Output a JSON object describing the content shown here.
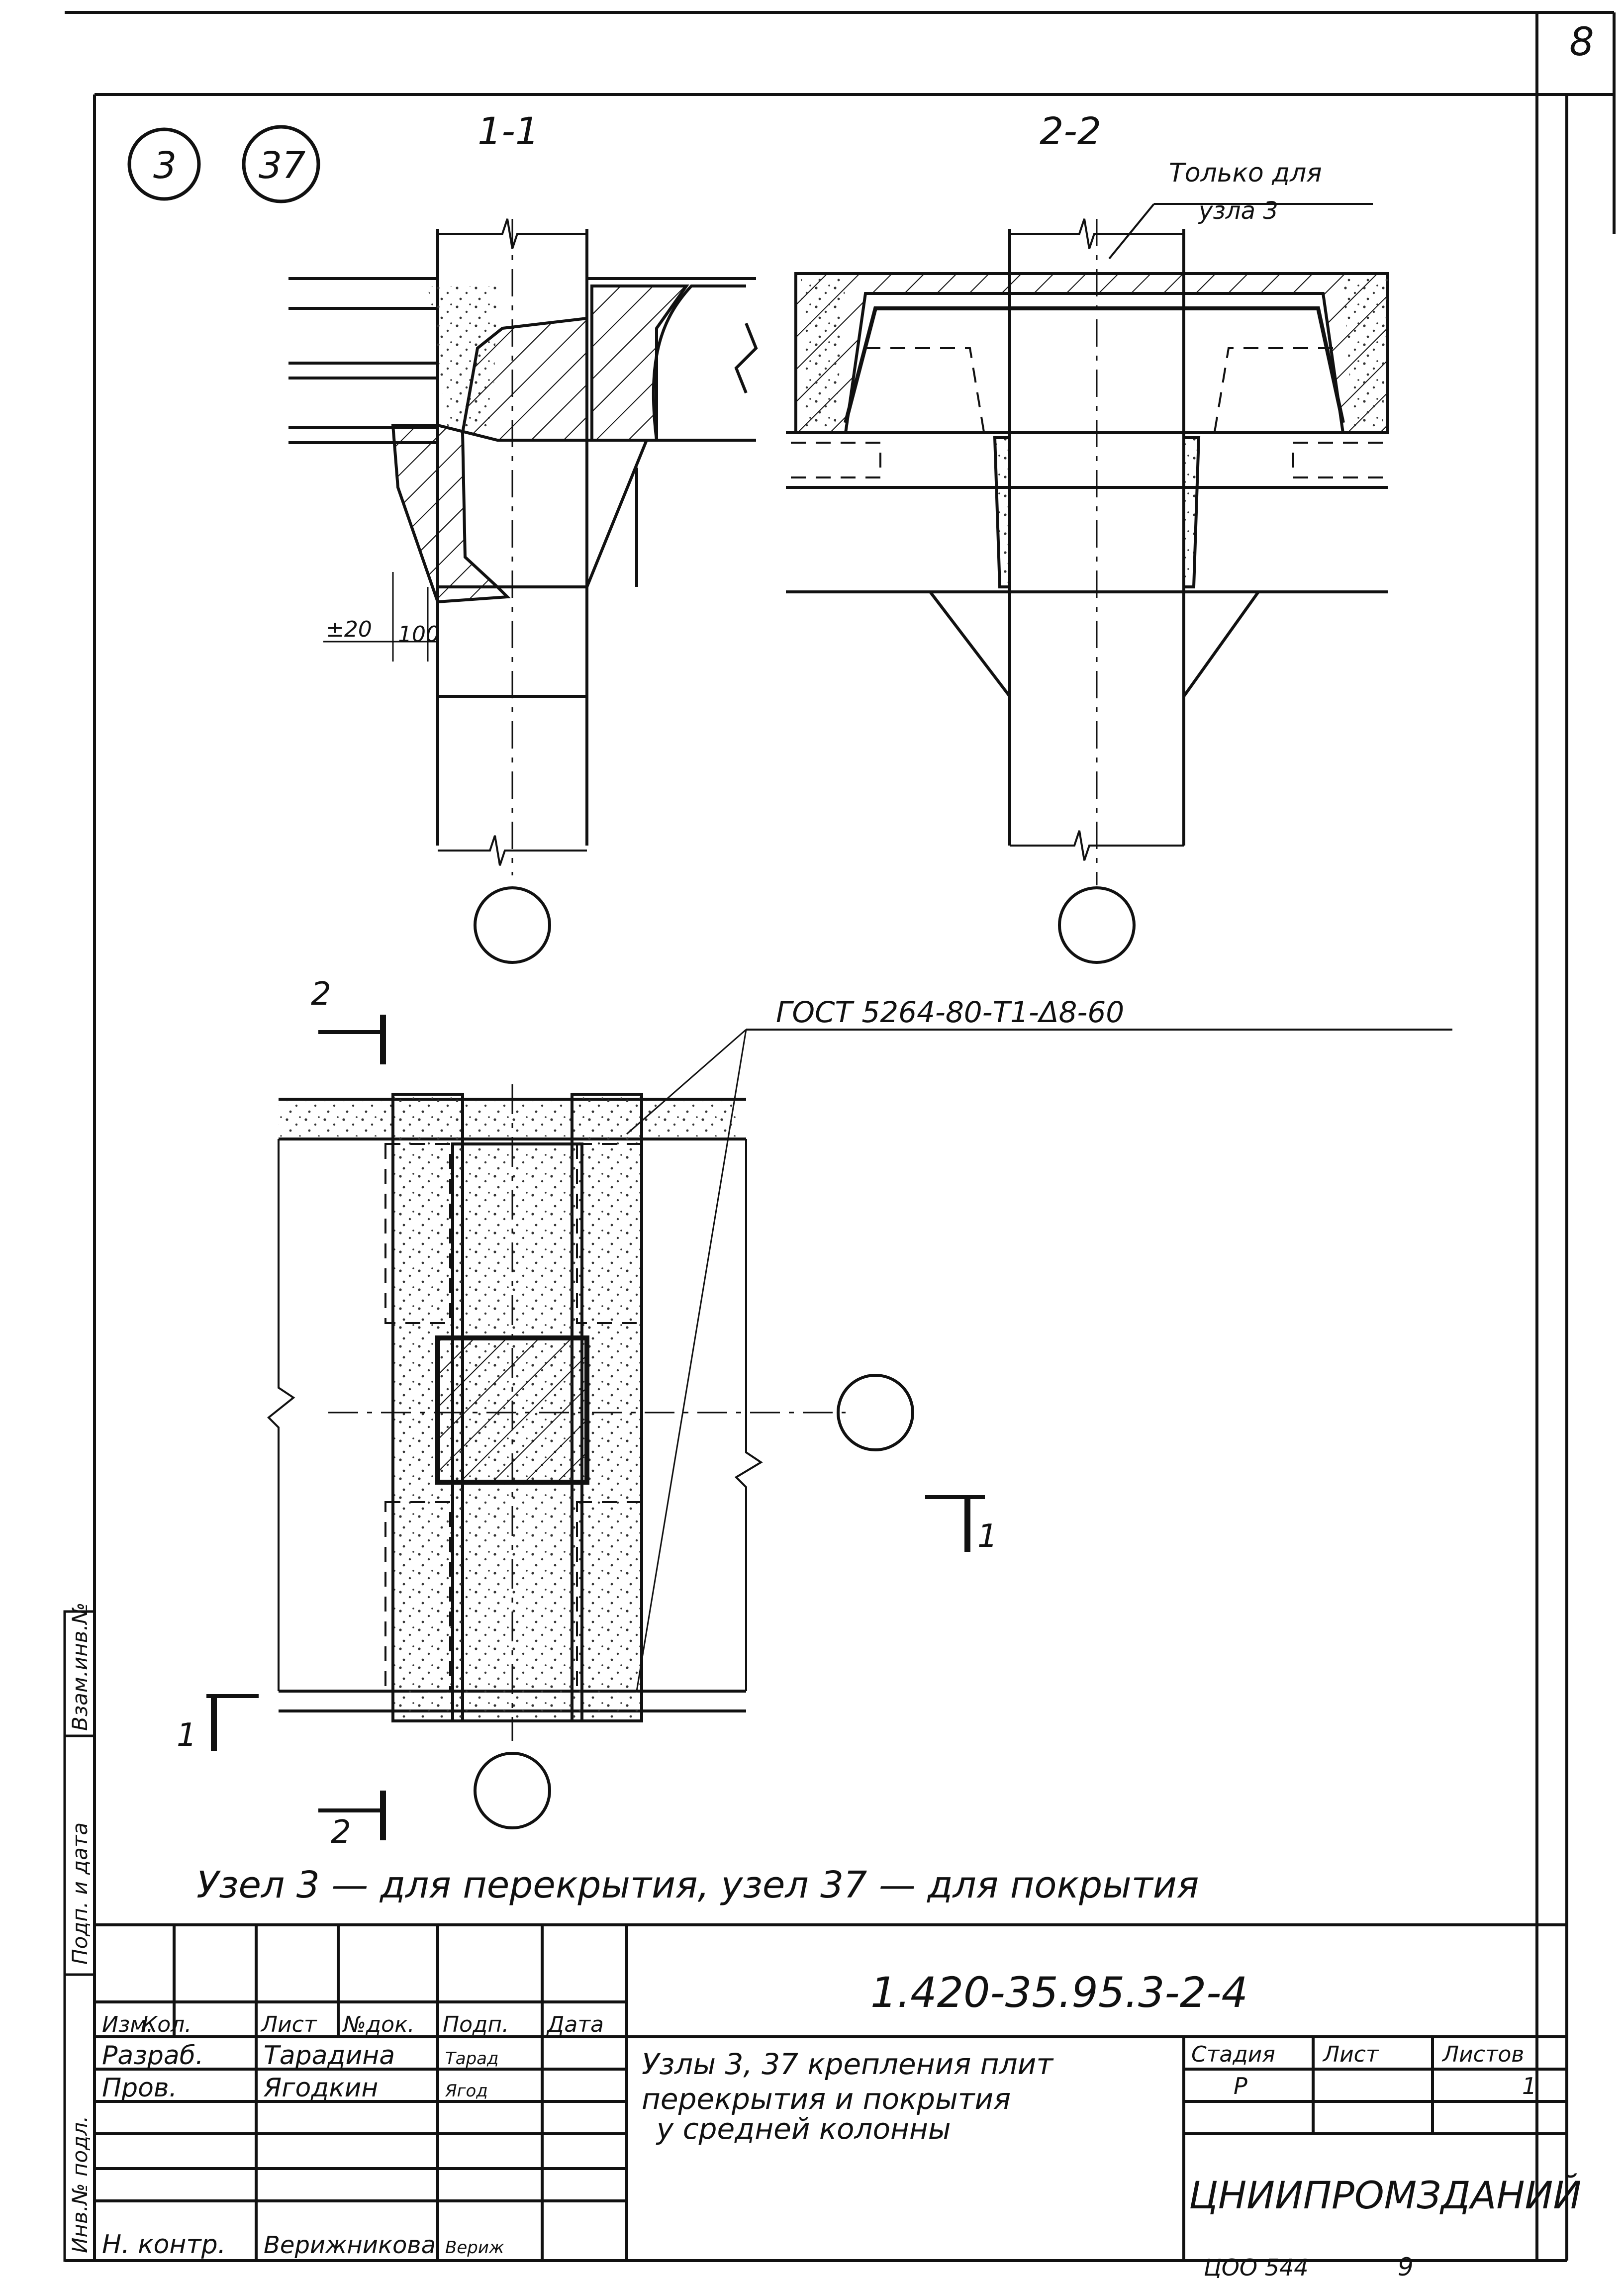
{
  "sheet_number": "8",
  "node_labels": [
    "3",
    "37"
  ],
  "section_labels": {
    "s1": "1-1",
    "s2": "2-2"
  },
  "note_only_for": "Только для",
  "note_node3": "узла 3",
  "dimensions": {
    "tolerance": "±20",
    "d100": "100"
  },
  "gost_callout": "ГОСТ 5264-80-Т1-Δ8-60",
  "cut_marks": {
    "two_top": "2",
    "two_bottom": "2",
    "one_left": "1",
    "one_right": "1"
  },
  "caption": "Узел 3 — для перекрытия, узел 37 — для покрытия",
  "side_stamp": [
    "Инв.№ подл.",
    "Подп. и дата",
    "Взам.инв.№"
  ],
  "title_block": {
    "doc_code": "1.420-35.95.3-2-4",
    "headers": [
      "Изм.",
      "Кол.",
      "Лист",
      "№док.",
      "Подп.",
      "Дата"
    ],
    "rows": [
      {
        "role": "Разраб.",
        "name": "Тарадина",
        "sign": "Тарад"
      },
      {
        "role": "Пров.",
        "name": "Ягодкин",
        "sign": "Ягод"
      },
      {
        "role": "Н. контр.",
        "name": "Верижникова",
        "sign": "Вериж"
      }
    ],
    "title_lines": [
      "Узлы 3, 37 крепления плит",
      "перекрытия и покрытия",
      "у средней колонны"
    ],
    "stage_header": "Стадия",
    "sheet_header": "Лист",
    "sheets_header": "Листов",
    "stage": "Р",
    "sheets": "1",
    "org": "ЦНИИПРОМЗДАНИЙ"
  },
  "footer_code": "ЦОО 544",
  "footer_num": "9"
}
